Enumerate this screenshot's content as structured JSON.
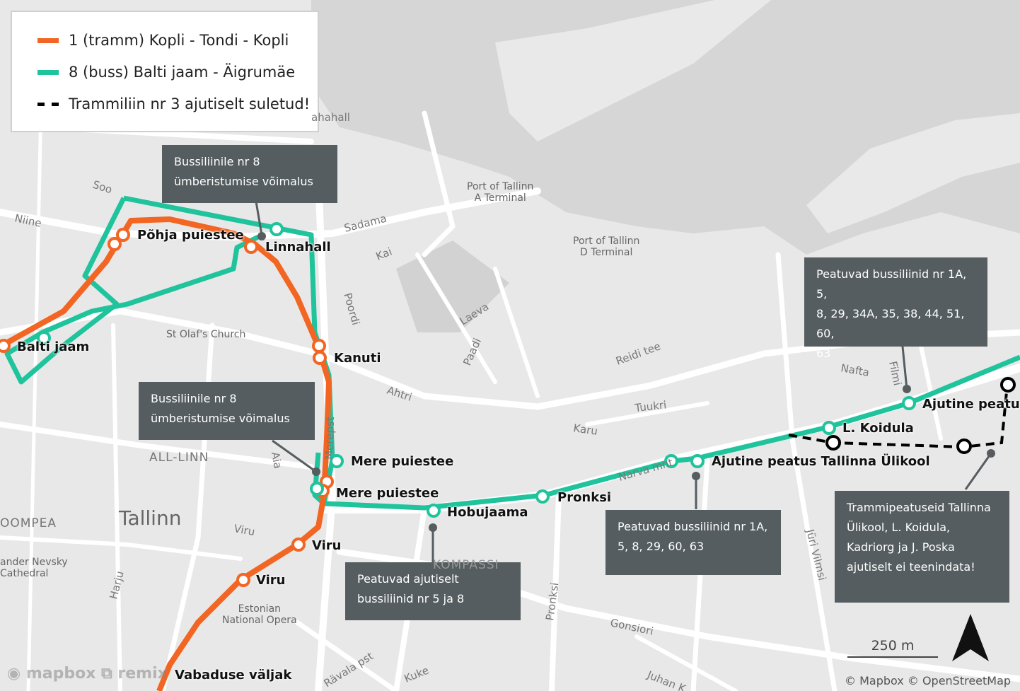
{
  "legend": {
    "items": [
      {
        "label": "1 (tramm) Kopli - Tondi - Kopli",
        "color": "#f26522",
        "style": "solid"
      },
      {
        "label": "8 (buss) Balti jaam - Äigrumäe",
        "color": "#1fc39c",
        "style": "solid"
      },
      {
        "label": "Trammiliin nr 3 ajutiselt suletud!",
        "color": "#000000",
        "style": "dashed"
      }
    ]
  },
  "callouts": {
    "c1": {
      "line1": "Bussiliinile nr 8",
      "line2": "ümberistumise võimalus"
    },
    "c2": {
      "line1": "Bussiliinile nr 8",
      "line2": "ümberistumise võimalus"
    },
    "c3": {
      "line1": "Peatuvad ajutiselt",
      "line2": "bussiliinid nr 5 ja 8"
    },
    "c4": {
      "line1": "Peatuvad bussiliinid nr 1A,",
      "line2": "5, 8, 29, 60, 63"
    },
    "c5": {
      "line1": "Peatuvad bussiliinid nr 1A, 5,",
      "line2": "8, 29, 34A, 35, 38, 44, 51, 60,",
      "line3": "63"
    },
    "c6": {
      "line1": "Trammipeatuseid Tallinna",
      "line2": "Ülikool, L. Koidula,",
      "line3": "Kadriorg ja J. Poska",
      "line4": "ajutiselt ei teenindata!"
    }
  },
  "stops": {
    "pohja": "Põhja puiestee",
    "linnahall": "Linnahall",
    "balti": "Balti jaam",
    "kanuti": "Kanuti",
    "mere1": "Mere puiestee",
    "mere2": "Mere puiestee",
    "hobujaama": "Hobujaama",
    "viru1": "Viru",
    "viru2": "Viru",
    "pronksi": "Pronksi",
    "ajutine_ylikool": "Ajutine peatus Tallinna Ülikool",
    "koidula": "L. Koidula",
    "ajutine": "Ajutine peatus",
    "vabaduse": "Vabaduse väljak"
  },
  "streets": {
    "soo": "Soo",
    "niine": "Niine",
    "sadama": "Sadama",
    "kai": "Kai",
    "poordi": "Poordi",
    "laeva": "Laeva",
    "paadi": "Paadi",
    "ahtri": "Ahtri",
    "reidi": "Reidi tee",
    "nafta": "Nafta",
    "filmi": "Filmi",
    "tuukri": "Tuukri",
    "karu": "Karu",
    "narva": "Narva mnt",
    "merepst": "Merepst",
    "aia": "Aia",
    "viru": "Viru",
    "harju": "Harju",
    "pronksi": "Pronksi",
    "gonsiori": "Gonsiori",
    "juri": "Jüri Vilmsi",
    "ravala": "Rävala pst",
    "kuke": "Kuke",
    "juhan": "Juhan K",
    "hahall": "ahahall"
  },
  "pois": {
    "porta_1": "Port of Tallinn",
    "porta_2": "A Terminal",
    "portd_1": "Port of Tallinn",
    "portd_2": "D Terminal",
    "olaf": "St Olaf's Church",
    "opera_1": "Estonian",
    "opera_2": "National Opera",
    "nevsky_1": "ander Nevsky",
    "nevsky_2": "Cathedral"
  },
  "districts": {
    "all_linn": "ALL-LINN",
    "toompea": "OOMPEA",
    "kompassi": "KOMPASSI",
    "city": "Tallinn"
  },
  "scale": "250 m",
  "attribution": "© Mapbox © OpenStreetMap",
  "brand": {
    "mapbox": "mapbox",
    "remix": "remix"
  },
  "colors": {
    "tram": "#f26522",
    "bus": "#1fc39c",
    "closed": "#000000",
    "water": "#d8d8d8",
    "land": "#e7e7e7",
    "road": "#ffffff"
  }
}
